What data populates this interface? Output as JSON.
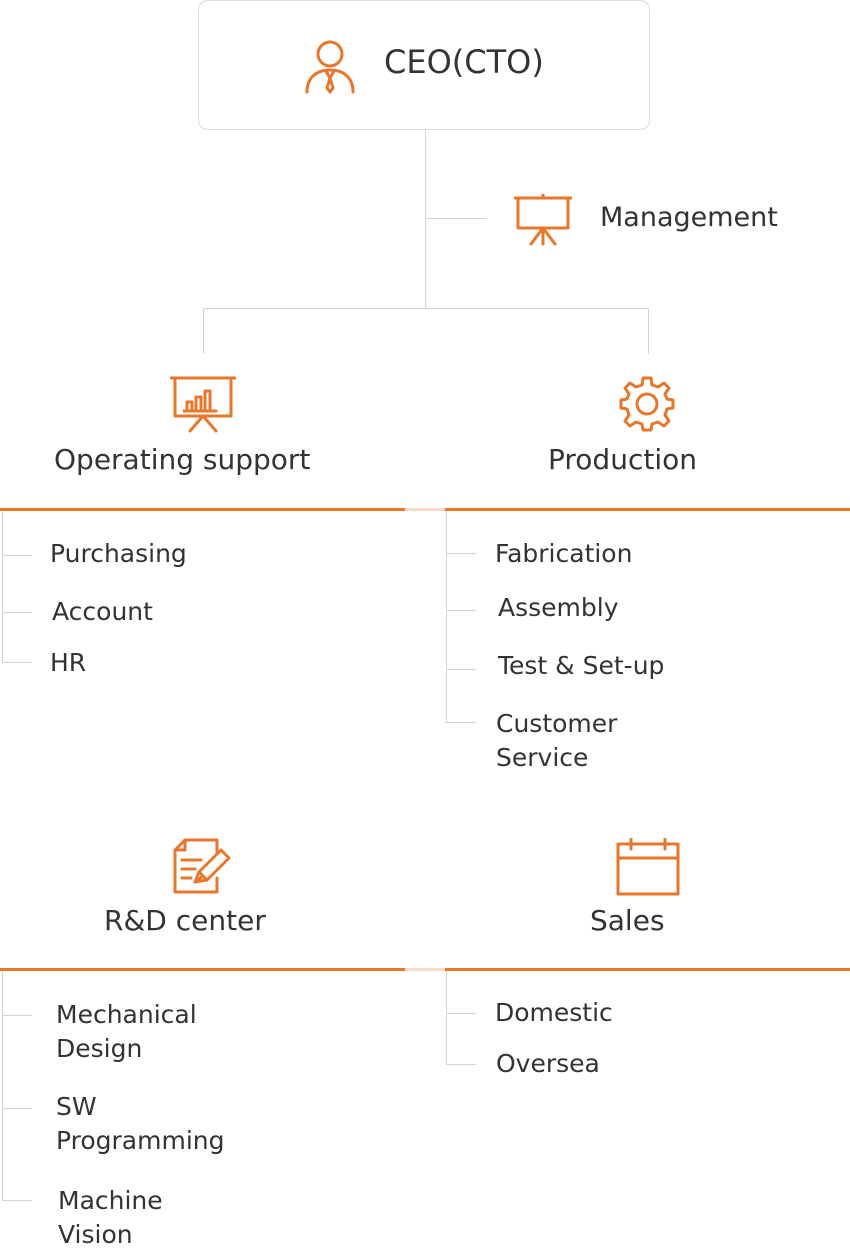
{
  "accent_color": "#e8762b",
  "ceo": {
    "title": "CEO(CTO)",
    "icon": "person-tie-icon"
  },
  "management": {
    "label": "Management",
    "icon": "presentation-board-icon"
  },
  "departments": {
    "operating_support": {
      "title": "Operating support",
      "icon": "chart-board-icon",
      "items": [
        "Purchasing",
        "Account",
        "HR"
      ]
    },
    "production": {
      "title": "Production",
      "icon": "gear-icon",
      "items": [
        "Fabrication",
        "Assembly",
        "Test & Set-up",
        "Customer\nService"
      ]
    },
    "rd_center": {
      "title": "R&D center",
      "icon": "document-pen-icon",
      "items": [
        "Mechanical\nDesign",
        "SW\nProgramming",
        "Machine\nVision"
      ]
    },
    "sales": {
      "title": "Sales",
      "icon": "calendar-icon",
      "items": [
        "Domestic",
        "Oversea"
      ]
    }
  }
}
